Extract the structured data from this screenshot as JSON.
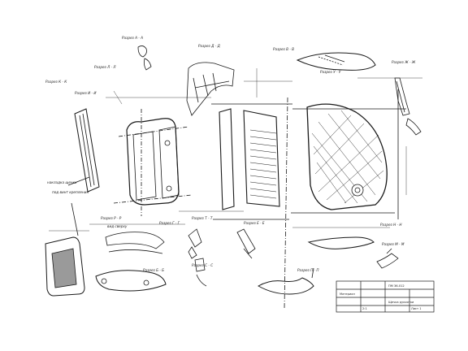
{
  "drawing": {
    "sections": [
      {
        "id": "a-a",
        "label": "Разрез А - А"
      },
      {
        "id": "d-d",
        "label": "Разрез Д - Д"
      },
      {
        "id": "b-b-top",
        "label": "Разрез В - В"
      },
      {
        "id": "zh-zh",
        "label": "Разрез Ж - Ж"
      },
      {
        "id": "k-k",
        "label": "Разрез К - К"
      },
      {
        "id": "i-i",
        "label": "Разрез И - И"
      },
      {
        "id": "l-l",
        "label": "Разрез Л - Л"
      },
      {
        "id": "g-g",
        "label": "Разрез Г - Г"
      },
      {
        "id": "e-e",
        "label": "Разрез Е - Е"
      },
      {
        "id": "b-b",
        "label": "Разрез Б - Б"
      },
      {
        "id": "t-t",
        "label": "Разрез Т - Т"
      },
      {
        "id": "m-m",
        "label": "Разрез М - М"
      },
      {
        "id": "p-p",
        "label": "Разрез П - П"
      },
      {
        "id": "n-n",
        "label": "Разрез Н - Н"
      },
      {
        "id": "s-s",
        "label": "Разрез С - С"
      },
      {
        "id": "r-r",
        "label": "Разрез Р - Р"
      },
      {
        "id": "u-u",
        "label": "Разрез У - У"
      }
    ],
    "notes": {
      "note_1": "накладка щечки",
      "note_2": "под винт крепления",
      "note_3": "вид сверху"
    },
    "title_block": {
      "designation": "ПМ 36-012",
      "name": "Щечка рукоятки",
      "material": "Материал",
      "scale": "2:1",
      "sheet": "Лист 1"
    }
  }
}
